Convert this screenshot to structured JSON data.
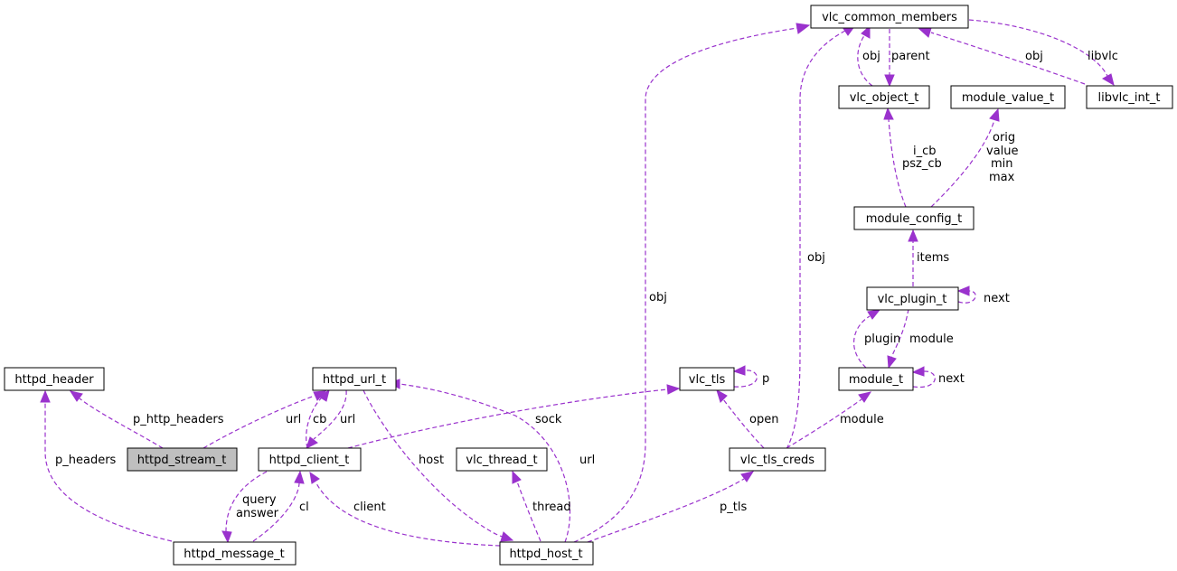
{
  "colors": {
    "edge": "#9a32cd",
    "focus_node_fill": "#bfbfbf",
    "node_fill": "#ffffff"
  },
  "nodes": {
    "vlc_common_members": "vlc_common_members",
    "libvlc_int_t": "libvlc_int_t",
    "vlc_object_t": "vlc_object_t",
    "module_value_t": "module_value_t",
    "module_config_t": "module_config_t",
    "vlc_plugin_t": "vlc_plugin_t",
    "module_t": "module_t",
    "vlc_tls": "vlc_tls",
    "httpd_header": "httpd_header",
    "httpd_url_t": "httpd_url_t",
    "httpd_stream_t": "httpd_stream_t",
    "httpd_client_t": "httpd_client_t",
    "vlc_thread_t": "vlc_thread_t",
    "vlc_tls_creds": "vlc_tls_creds",
    "httpd_message_t": "httpd_message_t",
    "httpd_host_t": "httpd_host_t"
  },
  "edge_labels": {
    "obj_left": "obj",
    "obj_center": "obj",
    "obj_loop": "obj",
    "parent": "parent",
    "obj_libvlc": "obj",
    "libvlc": "libvlc",
    "i_cb": "i_cb",
    "psz_cb": "psz_cb",
    "orig": "orig",
    "value": "value",
    "min": "min",
    "max": "max",
    "items": "items",
    "next_plugin": "next",
    "plugin": "plugin",
    "module": "module",
    "next_module": "next",
    "p_tls_self": "p",
    "open": "open",
    "module_creds": "module",
    "p_http_headers": "p_http_headers",
    "url_stream": "url",
    "cb": "cb",
    "url_client": "url",
    "sock": "sock",
    "host": "host",
    "url_host": "url",
    "p_headers": "p_headers",
    "query": "query",
    "answer": "answer",
    "cl": "cl",
    "client": "client",
    "thread": "thread",
    "p_tls": "p_tls"
  }
}
